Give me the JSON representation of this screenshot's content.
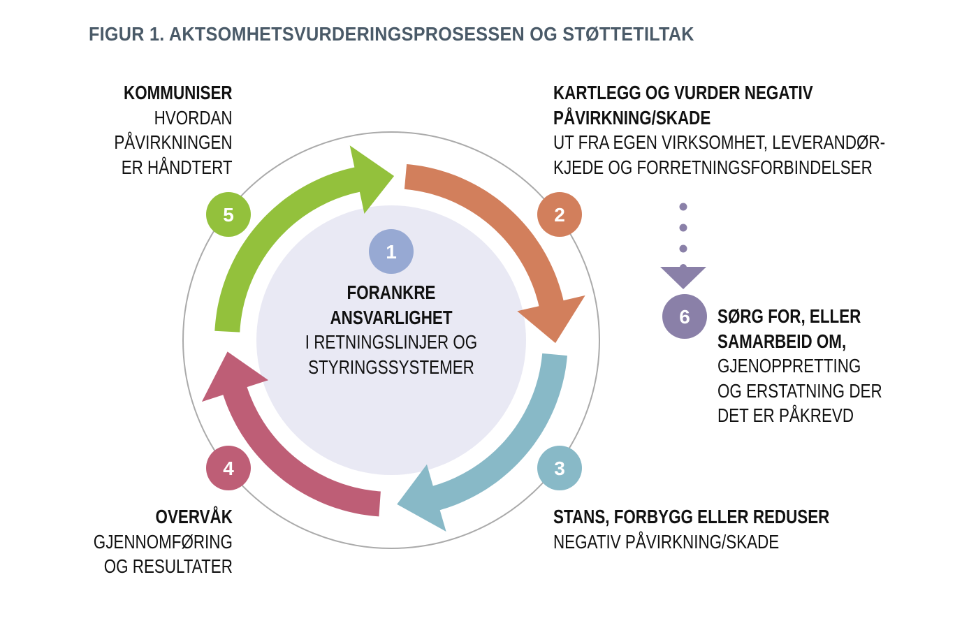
{
  "title": "FIGUR 1. AKTSOMHETSVURDERINGSPROSESSEN OG STØTTETILTAK",
  "colors": {
    "step1": "#97a9d3",
    "step2": "#d27f5c",
    "step3": "#88b9c7",
    "step4": "#be5e76",
    "step5": "#93c13c",
    "step6": "#8a80a8",
    "center": "#e9e9f4",
    "ring": "#aaaaaa",
    "title": "#4a5a68"
  },
  "steps": [
    {
      "number": "1",
      "bold": [
        "FORANKRE",
        "ANSVARLIGHET"
      ],
      "text": [
        "I RETNINGSLINJER OG",
        "STYRINGSSYSTEMER"
      ]
    },
    {
      "number": "2",
      "bold": [
        "KARTLEGG OG VURDER NEGATIV",
        "PÅVIRKNING/SKADE"
      ],
      "text": [
        "UT FRA EGEN VIRKSOMHET, LEVERANDØR-",
        "KJEDE OG FORRETNINGSFORBINDELSER"
      ]
    },
    {
      "number": "3",
      "bold": [
        "STANS, FORBYGG ELLER REDUSER"
      ],
      "text": [
        "NEGATIV PÅVIRKNING/SKADE"
      ]
    },
    {
      "number": "4",
      "bold": [
        "OVERVÅK"
      ],
      "text": [
        "GJENNOMFØRING",
        "OG RESULTATER"
      ]
    },
    {
      "number": "5",
      "bold": [
        "KOMMUNISER"
      ],
      "text": [
        "HVORDAN",
        "PÅVIRKNINGEN",
        "ER HÅNDTERT"
      ]
    },
    {
      "number": "6",
      "bold": [
        "SØRG FOR, ELLER",
        "SAMARBEID OM,"
      ],
      "text": [
        "GJENOPPRETTING",
        "OG ERSTATNING DER",
        "DET ER PÅKREVD"
      ]
    }
  ]
}
